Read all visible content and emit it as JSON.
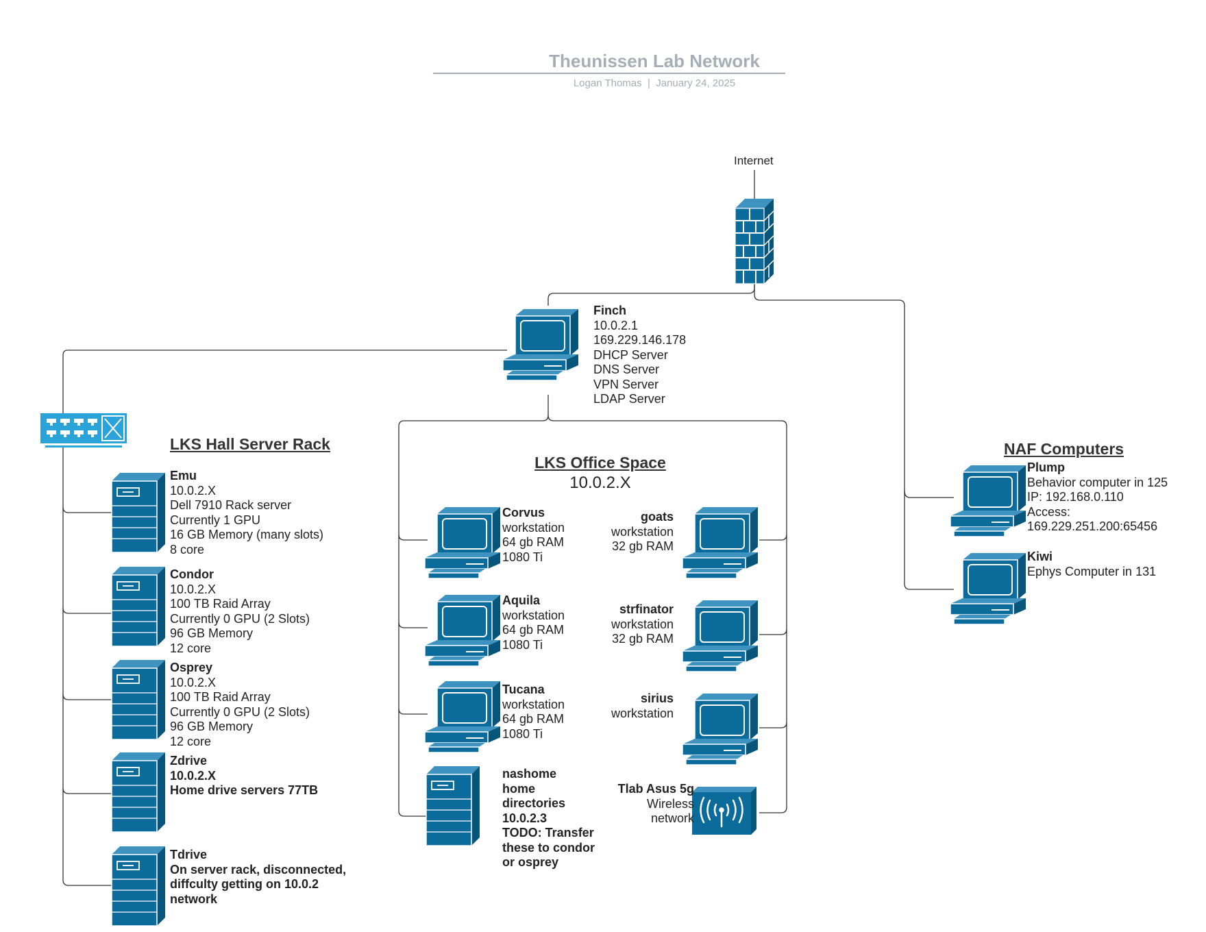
{
  "header": {
    "title": "Theunissen Lab Network",
    "author": "Logan Thomas",
    "separator": "|",
    "date": "January 24, 2025"
  },
  "colors": {
    "device": "#0b6b9b",
    "device_light": "#3f93c0",
    "switch": "#2aa3d8",
    "line": "#333333",
    "title": "#a6adb7"
  },
  "internet": {
    "label": "Internet",
    "icon": "firewall-icon"
  },
  "finch": {
    "name": "Finch",
    "lines": [
      "10.0.2.1",
      "169.229.146.178",
      "DHCP Server",
      "DNS Server",
      "VPN Server",
      "LDAP Server"
    ]
  },
  "server_rack": {
    "heading": "LKS Hall Server Rack",
    "switch_icon": "network-switch-icon",
    "servers": [
      {
        "name": "Emu",
        "lines": [
          "10.0.2.X",
          "Dell 7910 Rack server",
          "Currently 1 GPU",
          "16 GB Memory (many slots)",
          "8 core"
        ]
      },
      {
        "name": "Condor",
        "lines": [
          "10.0.2.X",
          "100 TB Raid Array",
          "Currently 0 GPU (2 Slots)",
          "96 GB Memory",
          "12 core"
        ]
      },
      {
        "name": "Osprey",
        "lines": [
          "10.0.2.X",
          "100 TB Raid Array",
          "Currently 0 GPU (2 Slots)",
          "96 GB Memory",
          "12 core"
        ]
      },
      {
        "name": "Zdrive",
        "lines": [
          "10.0.2.X",
          "Home drive servers 77TB"
        ]
      },
      {
        "name": "Tdrive",
        "lines": [
          "On server rack, disconnected,",
          "diffculty getting on 10.0.2",
          "network"
        ]
      }
    ]
  },
  "office": {
    "heading": "LKS Office Space",
    "subnet": "10.0.2.X",
    "left": [
      {
        "name": "Corvus",
        "lines": [
          "workstation",
          "64 gb RAM",
          "1080 Ti"
        ]
      },
      {
        "name": "Aquila",
        "lines": [
          "workstation",
          "64 gb RAM",
          "1080 Ti"
        ]
      },
      {
        "name": "Tucana",
        "lines": [
          "workstation",
          "64 gb RAM",
          "1080 Ti"
        ]
      },
      {
        "name": "nashome",
        "lines": [
          "home",
          "directories",
          "10.0.2.3",
          "TODO: Transfer",
          "these to condor",
          "or osprey"
        ]
      }
    ],
    "right": [
      {
        "name": "goats",
        "lines": [
          "workstation",
          "32 gb RAM"
        ]
      },
      {
        "name": "strfinator",
        "lines": [
          "workstation",
          "32 gb RAM"
        ]
      },
      {
        "name": "sirius",
        "lines": [
          "workstation"
        ]
      },
      {
        "name": "Tlab Asus 5g",
        "lines": [
          "Wireless",
          "network"
        ]
      }
    ]
  },
  "naf": {
    "heading": "NAF Computers",
    "computers": [
      {
        "name": "Plump",
        "lines": [
          "Behavior computer in 125",
          "IP:  192.168.0.110",
          "Access:",
          "169.229.251.200:65456"
        ]
      },
      {
        "name": "Kiwi",
        "lines": [
          "Ephys Computer in 131"
        ]
      }
    ]
  }
}
